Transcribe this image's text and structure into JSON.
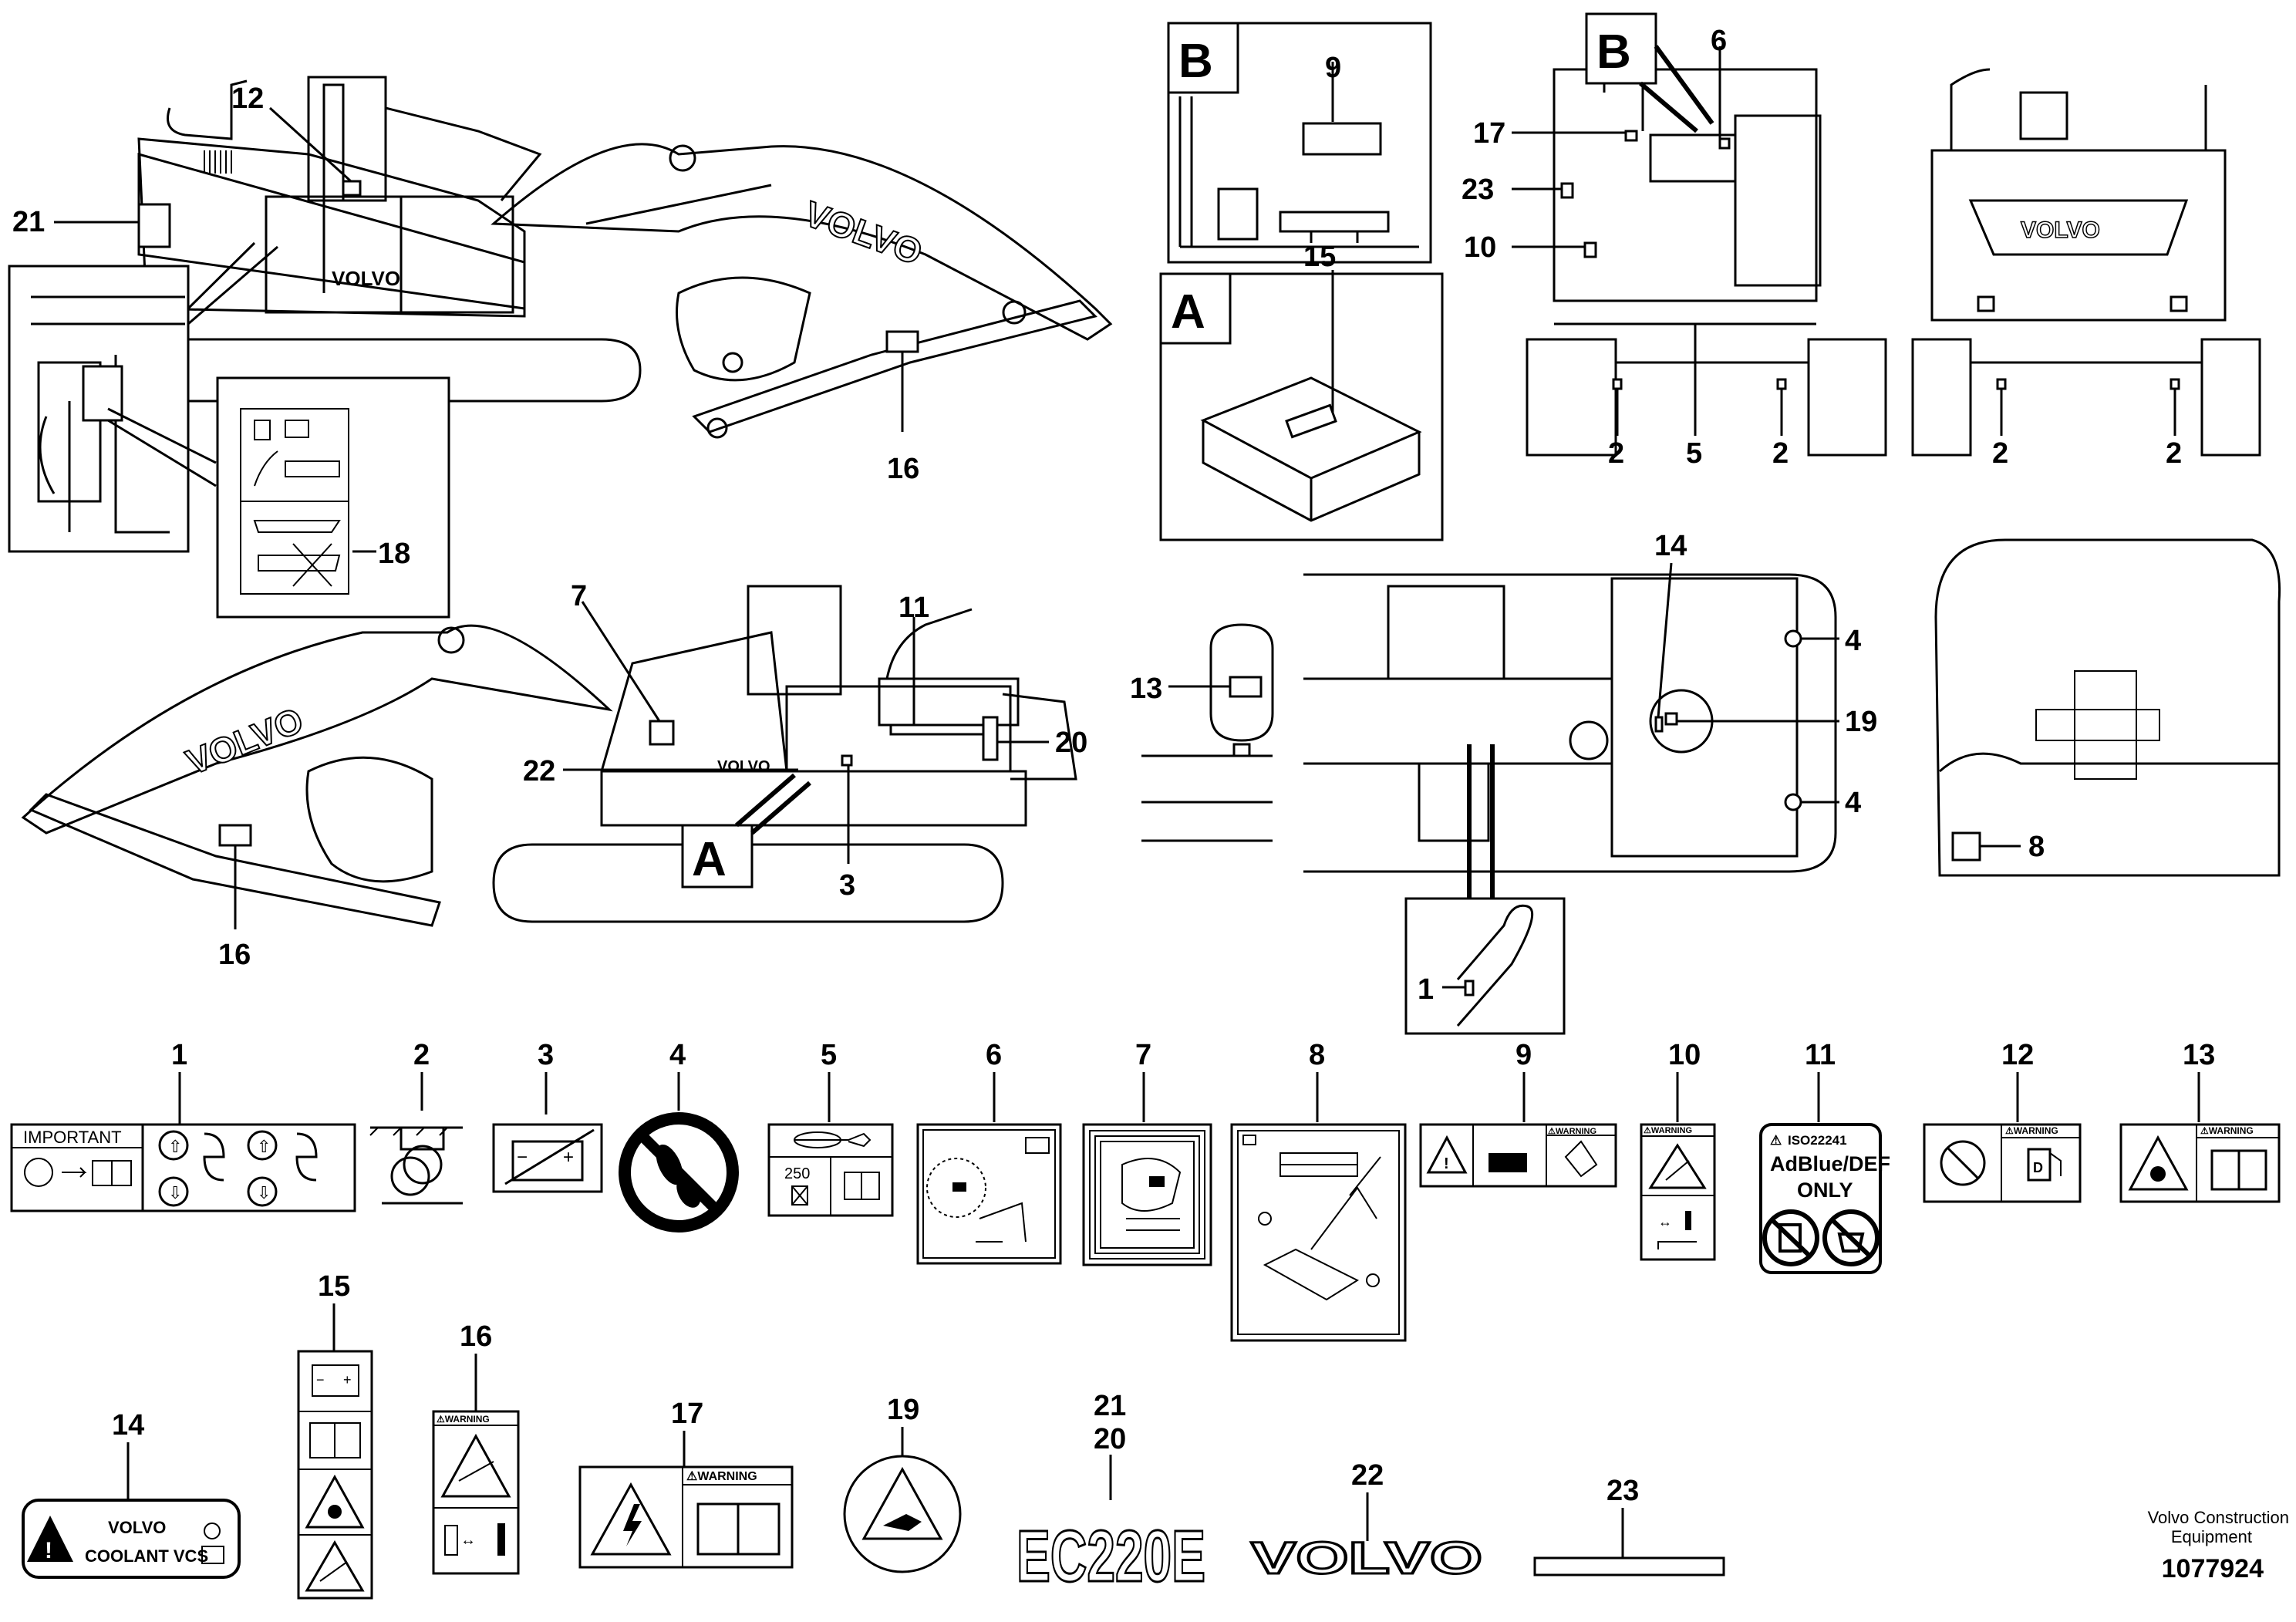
{
  "title_block": {
    "company_line1": "Volvo Construction",
    "company_line2": "Equipment",
    "document_number": "1077924"
  },
  "detail_boxes": {
    "a": "A",
    "b": "B"
  },
  "callouts": {
    "n1": "1",
    "n2": "2",
    "n3": "3",
    "n4": "4",
    "n5": "5",
    "n6": "6",
    "n7": "7",
    "n8": "8",
    "n9": "9",
    "n10": "10",
    "n11": "11",
    "n12": "12",
    "n13": "13",
    "n14": "14",
    "n15": "15",
    "n16": "16",
    "n17": "17",
    "n18": "18",
    "n19": "19",
    "n20": "20",
    "n21": "21",
    "n22": "22",
    "n23": "23"
  },
  "decal_text": {
    "important": "IMPORTANT",
    "warning": "⚠WARNING",
    "service_interval": "250",
    "iso": "ISO22241",
    "adblue": "AdBlue/DEF",
    "only": "ONLY",
    "coolant_brand": "VOLVO",
    "coolant": "COOLANT VCS",
    "model": "EC220E",
    "brand": "VOLVO"
  },
  "machine_text": {
    "brand": "VOLVO"
  },
  "icons": [
    "warning-triangle-icon",
    "book-icon",
    "battery-icon",
    "fuel-icon",
    "no-step-icon",
    "lifting-hook-icon",
    "electric-shock-icon",
    "fire-hazard-icon",
    "crush-hazard-icon"
  ]
}
